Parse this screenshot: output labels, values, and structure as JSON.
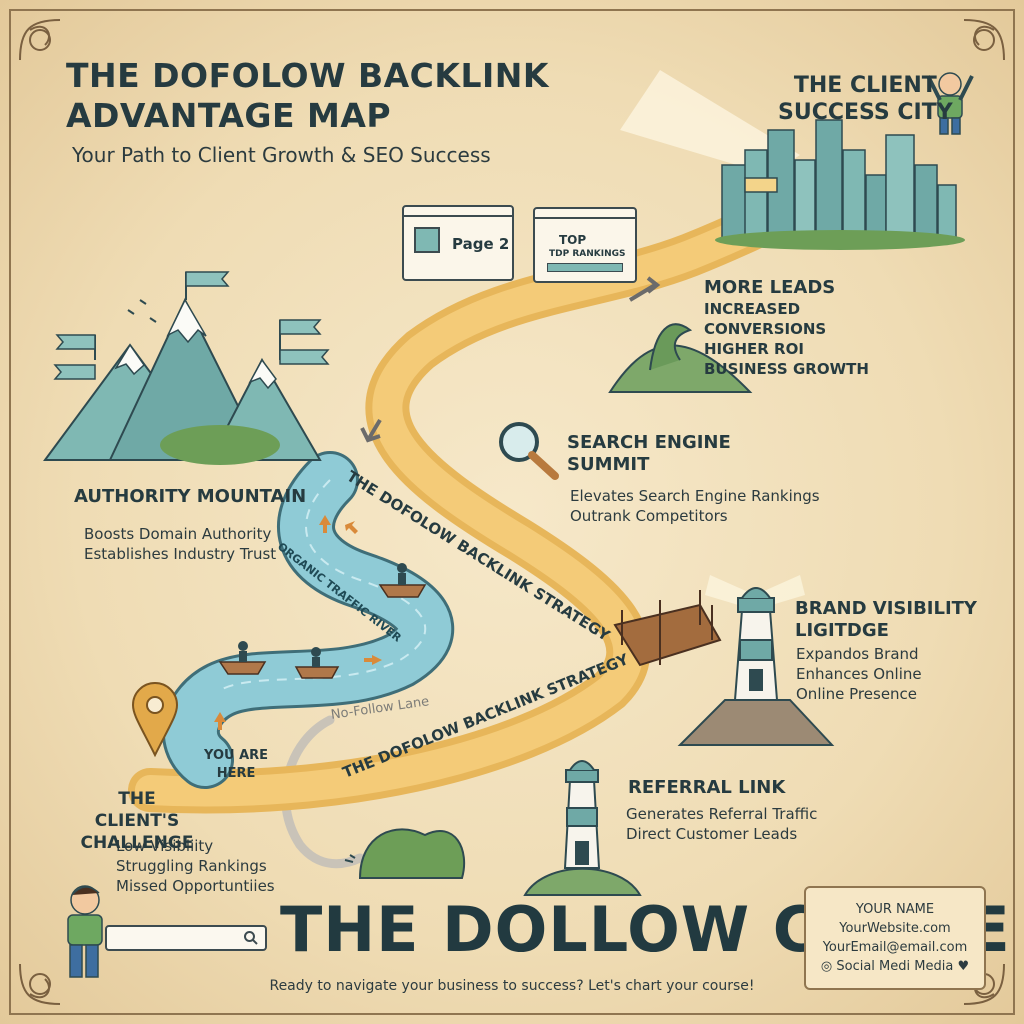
{
  "header": {
    "title_line1": "THE DOFOLOW BACKLINK",
    "title_line2": "ADVANTAGE MAP",
    "subtitle": "Your Path to Client Growth & SEO Success"
  },
  "client_city": {
    "title_line1": "THE CLIENT",
    "title_line2": "SUCCESS CITY"
  },
  "browser_windows": {
    "page2_label": "Page 2",
    "top_label": "TOP",
    "top_rankings_label": "TDP RANKINGS"
  },
  "more_leads": {
    "title": "MORE LEADS",
    "items": [
      "INCREASED",
      "CONVERSIONS",
      "HIGHER ROI",
      "BUSINESS GROWTH"
    ]
  },
  "authority_mountain": {
    "title": "AUTHORITY MOUNTAIN",
    "items": [
      "Boosts Domain Authority",
      "Establishes Industry Trust"
    ]
  },
  "search_summit": {
    "title_line1": "SEARCH ENGINE",
    "title_line2": "SUMMIT",
    "items": [
      "Elevates Search Engine Rankings",
      "Outrank Competitors"
    ]
  },
  "river": {
    "label": "ORGANIC TRAFFIC RIVER"
  },
  "road": {
    "label_upper": "THE DOFOLOW BACKLINK STRATEGY",
    "label_lower": "THE DOFOLOW BACKLINK STRATEGY",
    "nofollow_label": "No-Follow Lane"
  },
  "brand_visibility": {
    "title_line1": "BRAND VISIBILITY",
    "title_line2": "LIGITDGE",
    "items": [
      "Expandos Brand",
      "Enhances Online",
      "Online Presence"
    ]
  },
  "you_are_here": {
    "line1": "YOU ARE",
    "line2": "HERE"
  },
  "client_challenge": {
    "title_line1": "THE CLIENT'S",
    "title_line2": "CHALLENGE",
    "items": [
      "Low Visibliity",
      "Struggling Rankings",
      "Missed Opportuntiies"
    ]
  },
  "referral_link": {
    "title": "REFERRAL LINK",
    "items": [
      "Generates Referral Traffic",
      "Direct Customer Leads"
    ]
  },
  "big_title": "THE DOLLOW CHEGE",
  "contact_card": {
    "name": "YOUR NAME",
    "website": "YourWebsite.com",
    "email": "YourEmail@email.com",
    "social": "Social Medi Media"
  },
  "cta": "Ready to navigate your business to success? Let's chart your course!",
  "colors": {
    "parchment": "#efdcb4",
    "road": "#f0c060",
    "river": "#7fc0cf",
    "teal": "#6fa9a6",
    "ink": "#263b40"
  }
}
